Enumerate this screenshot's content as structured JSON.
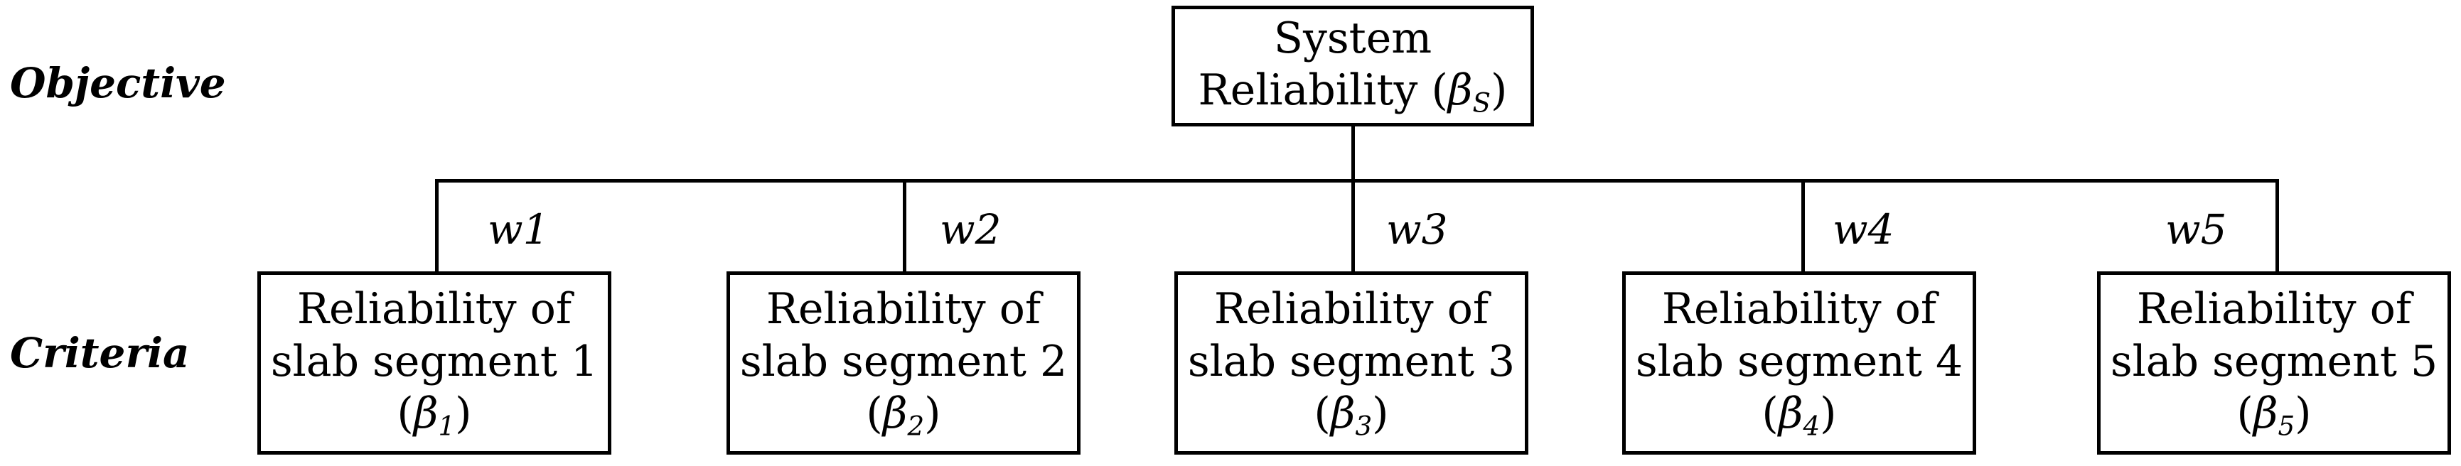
{
  "levels": {
    "objective": "Objective",
    "criteria": "Criteria"
  },
  "objective_node": {
    "line1": "System",
    "line2_text": "Reliability (",
    "symbol": "β",
    "subscript": "S",
    "close": ")"
  },
  "criteria_nodes": [
    {
      "line1": "Reliability of",
      "line2": "slab segment 1",
      "open": "(",
      "symbol": "β",
      "subscript": "1",
      "close": ")",
      "weight": "w1"
    },
    {
      "line1": "Reliability of",
      "line2": "slab segment 2",
      "open": "(",
      "symbol": "β",
      "subscript": "2",
      "close": ")",
      "weight": "w2"
    },
    {
      "line1": "Reliability of",
      "line2": "slab segment 3",
      "open": "(",
      "symbol": "β",
      "subscript": "3",
      "close": ")",
      "weight": "w3"
    },
    {
      "line1": "Reliability of",
      "line2": "slab segment 4",
      "open": "(",
      "symbol": "β",
      "subscript": "4",
      "close": ")",
      "weight": "w4"
    },
    {
      "line1": "Reliability of",
      "line2": "slab segment 5",
      "open": "(",
      "symbol": "β",
      "subscript": "5",
      "close": ")",
      "weight": "w5"
    }
  ]
}
